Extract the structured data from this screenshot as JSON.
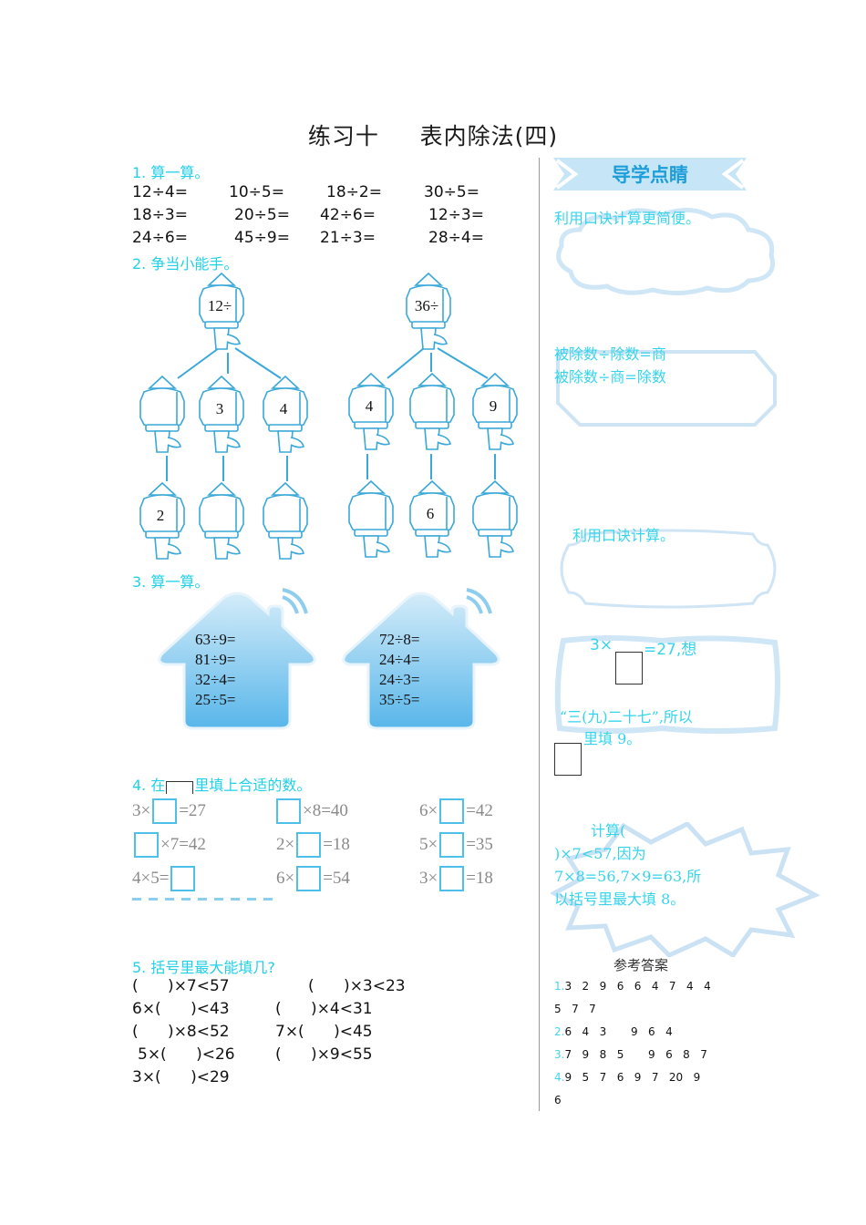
{
  "title": "练习十     表内除法(四)",
  "section1": {
    "heading": "1. 算一算。",
    "rows": [
      [
        "12÷4=",
        "10÷5=",
        "18÷2=",
        "30÷5="
      ],
      [
        "18÷3=",
        "20÷5=",
        "42÷6=",
        "12÷3="
      ],
      [
        "24÷6=",
        "45÷9=",
        "21÷3=",
        "28÷4="
      ]
    ]
  },
  "section2": {
    "heading": "2. 争当小能手。",
    "left_tree": {
      "top": "12÷",
      "middle": [
        "",
        "3",
        "4"
      ],
      "bottom": [
        "2",
        "",
        ""
      ]
    },
    "right_tree": {
      "top": "36÷",
      "middle": [
        "4",
        "",
        "9"
      ],
      "bottom": [
        "",
        "6",
        ""
      ]
    }
  },
  "section3": {
    "heading": "3. 算一算。",
    "house_left": [
      "63÷9=",
      "81÷9=",
      "32÷4=",
      "25÷5="
    ],
    "house_right": [
      "72÷8=",
      "24÷4=",
      "24÷3=",
      "35÷5="
    ]
  },
  "section4": {
    "heading_before": "4. 在",
    "heading_after": "里填上合适的数。",
    "rows": [
      [
        {
          "pre": "3×",
          "post": "=27"
        },
        {
          "pre": "",
          "post": "×8=40"
        },
        {
          "pre": "6×",
          "post": "=42"
        }
      ],
      [
        {
          "pre": "",
          "post": "×7=42"
        },
        {
          "pre": "2×",
          "post": "=18"
        },
        {
          "pre": "5×",
          "post": "=35"
        }
      ],
      [
        {
          "pre": "4×5=",
          "post": ""
        },
        {
          "pre": "6×",
          "post": "=54"
        },
        {
          "pre": "3×",
          "post": "=18"
        }
      ]
    ]
  },
  "section5": {
    "heading": "5. 括号里最大能填几?",
    "items": [
      "(      )×7<57",
      "(      )×3<23",
      "6×(      )<43",
      "(      )×4<31",
      "(      )×8<52",
      "7×(      )<45",
      "5×(      )<26",
      "(      )×9<55",
      "3×(      )<29"
    ]
  },
  "sidebar": {
    "banner": "导学点睛",
    "tip1": "利用口诀计算更简便。",
    "tip2_line1": "被除数÷除数=商",
    "tip2_line2": "被除数÷商=除数",
    "tip3": "利用口诀计算。",
    "tip4_line1_a": "3×",
    "tip4_line1_b": "=27,想",
    "tip4_line2": "“三(九)二十七”,所以",
    "tip4_line3": "里填 9。",
    "tip5_line1": "计算(",
    "tip5_line2": ")×7<57,因为",
    "tip5_line3": "7×8=56,7×9=63,所",
    "tip5_line4": "以括号里最大填 8。",
    "answers_title": "参考答案",
    "answers": [
      {
        "num": "1.",
        "text": "3   2   9   6   6   4   7   4   4"
      },
      {
        "num": "",
        "text": "5   7   7"
      },
      {
        "num": "2.",
        "text": "6   4   3       9   6   4"
      },
      {
        "num": "3.",
        "text": "7   9   8   5       9   6   8   7"
      },
      {
        "num": "4.",
        "text": "9   5   7   6   9   7   20   9"
      },
      {
        "num": "",
        "text": "6"
      }
    ]
  },
  "colors": {
    "accent_cyan": "#22d0e8",
    "light_blue": "#c6e6f8",
    "lantern_blue": "#4ab4e0",
    "house_top": "#cfe9f8",
    "house_bottom": "#5bb8ea"
  }
}
